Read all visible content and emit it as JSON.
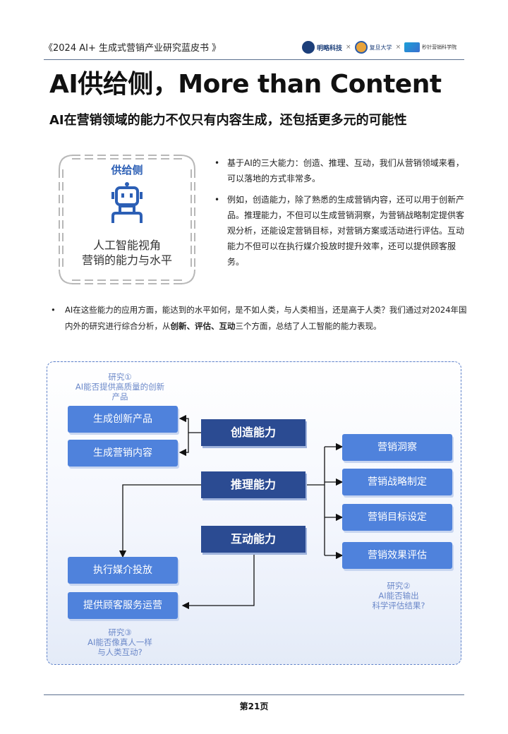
{
  "header": {
    "title": "《2024 AI+ 生成式营销产业研究蓝皮书 》",
    "logo1_text": "明略科技",
    "logo2_text": "复旦大学",
    "logo3_text": "秒针营销科学院",
    "cross": "×"
  },
  "title": "AI供给侧，More than Content",
  "subtitle": "AI在营销领域的能力不仅只有内容生成，还包括更多元的可能性",
  "frame": {
    "label": "供给侧",
    "line1": "人工智能视角",
    "line2": "营销的能力与水平",
    "icon": "robot-icon"
  },
  "bullets": [
    "基于AI的三大能力：创造、推理、互动，我们从营销领域来看，可以落地的方式非常多。",
    "例如，创造能力，除了熟悉的生成营销内容，还可以用于创新产品。推理能力，不但可以生成营销洞察，为营销战略制定提供客观分析，还能设定营销目标，对营销方案或活动进行评估。互动能力不但可以在执行媒介投放时提升效率，还可以提供顾客服务。"
  ],
  "bullet_symbol": "•",
  "wide_bullet": {
    "before": "AI在这些能力的应用方面，能达到的水平如何，是不如人类，与人类相当，还是高于人类？我们通过对2024年国内外的研究进行综合分析，从",
    "bold": "创新、评估、互动",
    "after": "三个方面，总结了人工智能的能力表现。"
  },
  "diagram": {
    "notes": {
      "study1": [
        "研究①",
        "AI能否提供高质量的创新",
        "产品"
      ],
      "study2": [
        "研究②",
        "AI能否输出",
        "科学评估结果?"
      ],
      "study3": [
        "研究③",
        "AI能否像真人一样",
        "与人类互动?"
      ]
    },
    "center": [
      "创造能力",
      "推理能力",
      "互动能力"
    ],
    "left": [
      "生成创新产品",
      "生成营销内容",
      "执行媒介投放",
      "提供顾客服务运营"
    ],
    "right": [
      "营销洞察",
      "营销战略制定",
      "营销目标设定",
      "营销效果评估"
    ],
    "colors": {
      "center_box": "#2b4b92",
      "outer_box": "#4f82dc",
      "note_text": "#6b88c9"
    }
  },
  "footer": {
    "page": "第21页"
  }
}
